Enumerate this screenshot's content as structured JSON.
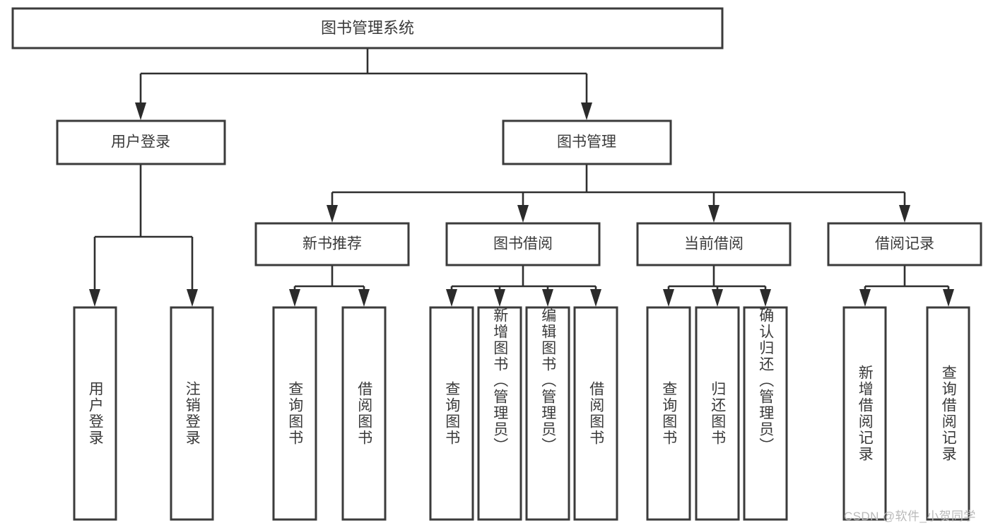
{
  "diagram": {
    "title": "图书管理系统",
    "type": "tree-hierarchy-diagram",
    "root": {
      "label": "图书管理系统"
    },
    "level2": [
      {
        "label": "用户登录"
      },
      {
        "label": "图书管理"
      }
    ],
    "level3": [
      {
        "label": "新书推荐"
      },
      {
        "label": "图书借阅"
      },
      {
        "label": "当前借阅"
      },
      {
        "label": "借阅记录"
      }
    ],
    "leaves": {
      "user_login": [
        {
          "label": "用户登录"
        },
        {
          "label": "注销登录"
        }
      ],
      "new_book_recommend": [
        {
          "label": "查询图书"
        },
        {
          "label": "借阅图书"
        }
      ],
      "book_borrow": [
        {
          "label": "查询图书"
        },
        {
          "label": "新增图书（管理员）"
        },
        {
          "label": "编辑图书（管理员）"
        },
        {
          "label": "借阅图书"
        }
      ],
      "current_borrow": [
        {
          "label": "查询图书"
        },
        {
          "label": "归还图书"
        },
        {
          "label": "确认归还（管理员）"
        }
      ],
      "borrow_record": [
        {
          "label": "新增借阅记录"
        },
        {
          "label": "查询借阅记录"
        }
      ]
    }
  },
  "watermark": {
    "text": "CSDN @软件_小贺同学"
  },
  "colors": {
    "box_stroke": "#3b3b3b",
    "connector": "#2f2f2f",
    "text": "#3a3a3a",
    "background": "#ffffff",
    "watermark": "#b9b9b9"
  }
}
